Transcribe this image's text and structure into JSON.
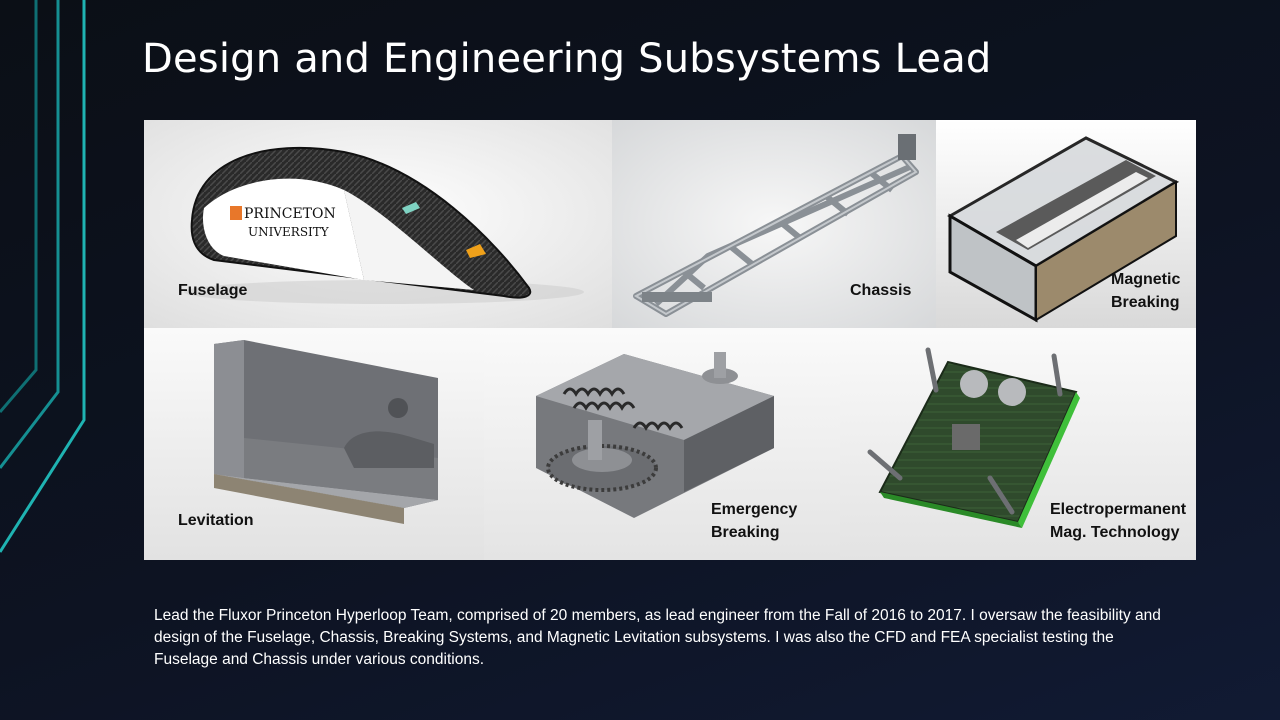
{
  "slide": {
    "title": "Design and Engineering Subsystems Lead",
    "panels": [
      {
        "label": "Fuselage",
        "logo_text": [
          "PRINCETON",
          "UNIVERSITY"
        ]
      },
      {
        "label": "Chassis"
      },
      {
        "label_lines": [
          "Magnetic",
          "Breaking"
        ]
      },
      {
        "label": "Levitation"
      },
      {
        "label_lines": [
          "Emergency",
          "Breaking"
        ]
      },
      {
        "label_lines": [
          "Electropermanent",
          "Mag. Technology"
        ]
      }
    ],
    "description": "Lead the Fluxor Princeton Hyperloop Team, comprised of 20 members, as lead engineer from the Fall of 2016 to 2017. I oversaw the feasibility and design of the Fuselage, Chassis, Breaking Systems, and Magnetic Levitation subsystems. I was also the CFD and FEA specialist testing the Fuselage and Chassis under various conditions."
  }
}
